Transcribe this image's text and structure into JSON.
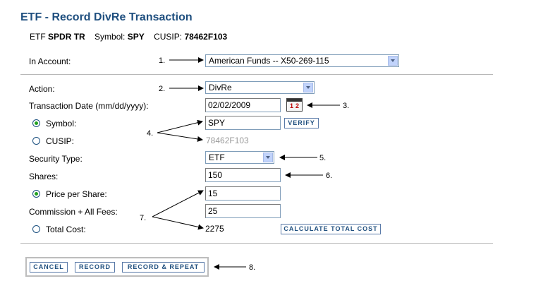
{
  "header": {
    "title": "ETF - Record DivRe Transaction",
    "etf_prefix": "ETF",
    "etf_name": "SPDR TR",
    "symbol_label": "Symbol:",
    "symbol_value": "SPY",
    "cusip_label": "CUSIP:",
    "cusip_value": "78462F103"
  },
  "account": {
    "label": "In Account:",
    "selected": "American Funds -- X50-269-115"
  },
  "form": {
    "action_label": "Action:",
    "action_selected": "DivRe",
    "date_label": "Transaction Date (mm/dd/yyyy):",
    "date_value": "02/02/2009",
    "symbol_label": "Symbol:",
    "symbol_value": "SPY",
    "verify_label": "VERIFY",
    "cusip_label": "CUSIP:",
    "cusip_placeholder": "78462F103",
    "security_type_label": "Security Type:",
    "security_type_selected": "ETF",
    "shares_label": "Shares:",
    "shares_value": "150",
    "price_label": "Price per Share:",
    "price_value": "15",
    "fees_label": "Commission + All Fees:",
    "fees_value": "25",
    "total_label": "Total Cost:",
    "total_value": "2275",
    "calc_label": "CALCULATE TOTAL COST"
  },
  "buttons": {
    "cancel": "CANCEL",
    "record": "RECORD",
    "record_repeat": "RECORD & REPEAT"
  },
  "annotations": {
    "n1": "1.",
    "n2": "2.",
    "n3": "3.",
    "n4": "4.",
    "n5": "5.",
    "n6": "6.",
    "n7": "7.",
    "n8": "8."
  },
  "calendar_icon": {
    "digits_left": "1",
    "digits_right": "2"
  }
}
